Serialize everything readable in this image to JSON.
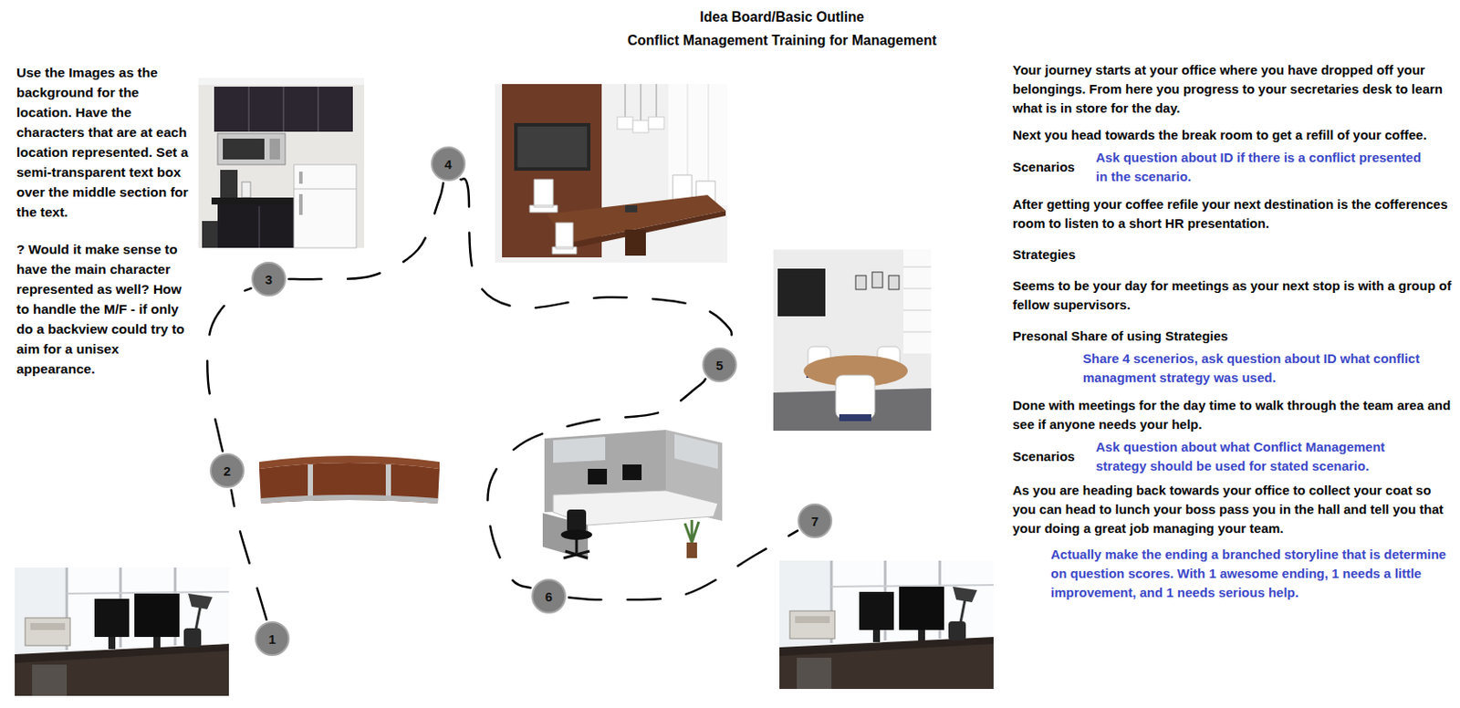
{
  "diagram": {
    "title": "Idea Board/Basic Outline",
    "nodes": [
      {
        "text": [
          "1"
        ]
      },
      {
        "text": [
          "2"
        ]
      },
      {
        "text": [
          "3"
        ]
      },
      {
        "text": [
          "4"
        ]
      },
      {
        "text": [
          "5"
        ]
      },
      {
        "text": [
          "6"
        ]
      },
      {
        "text": [
          "7"
        ]
      }
    ],
    "edges": [
      {
        "from": 0,
        "to": 1,
        "arrow": "none"
      },
      {
        "from": 1,
        "to": 2,
        "arrow": "none"
      },
      {
        "from": 2,
        "to": 3,
        "arrow": "none"
      },
      {
        "from": 3,
        "to": 4,
        "arrow": "none"
      },
      {
        "from": 4,
        "to": 5,
        "arrow": "none"
      },
      {
        "from": 5,
        "to": 6,
        "arrow": "none"
      }
    ],
    "labels": [
      "Conflict Management Training for Management",
      "Use the Images as the background for the location. Have the characters that are at each location represented. Set a semi-transparent text box over the middle section for the text.",
      "? Would it make sense to have the main character represented as well? How to handle the M/F - if only do a backview could try to aim for a unisex appearance.",
      "Your journey starts at your office where you have dropped off your belongings. From here you progress to your secretaries desk to learn what is in store for the day.",
      "Next you head towards the break room to get a refill of your coffee.",
      "Scenarios",
      "Ask question about ID if there is a conflict presented in the scenario.",
      "After getting your coffee refile your next destination is the cofferences room to listen to a short HR presentation.",
      "Strategies",
      "Seems to be your day for meetings as your next stop is with a group of fellow supervisors.",
      "Presonal Share of using Strategies",
      "Share 4 scenerios, ask question about ID what conflict managment strategy was used.",
      "Done with meetings for the day time to walk through the team area and see if anyone needs your help.",
      "Scenarios",
      "Ask question about what Conflict Management strategy should be used for stated scenario.",
      "As you are heading back towards your office to collect your coat so you can head to lunch your boss pass you in the hall and tell you that your doing a great job managing your team.",
      "Actually make the ending a branched storyline that is determine on question scores. With 1 awesome ending, 1 needs a little improvement, and 1 needs serious help."
    ]
  }
}
